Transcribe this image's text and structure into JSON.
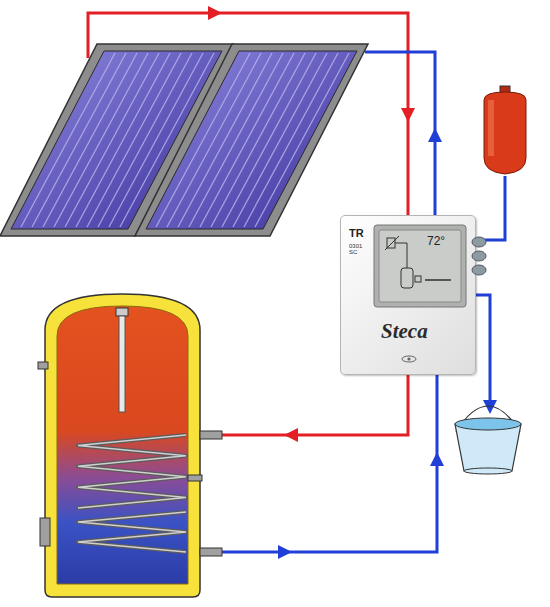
{
  "diagram": {
    "nodes": [
      {
        "text": [
          "TR",
          "0301 SC",
          "72°",
          "Steca"
        ]
      }
    ]
  }
}
